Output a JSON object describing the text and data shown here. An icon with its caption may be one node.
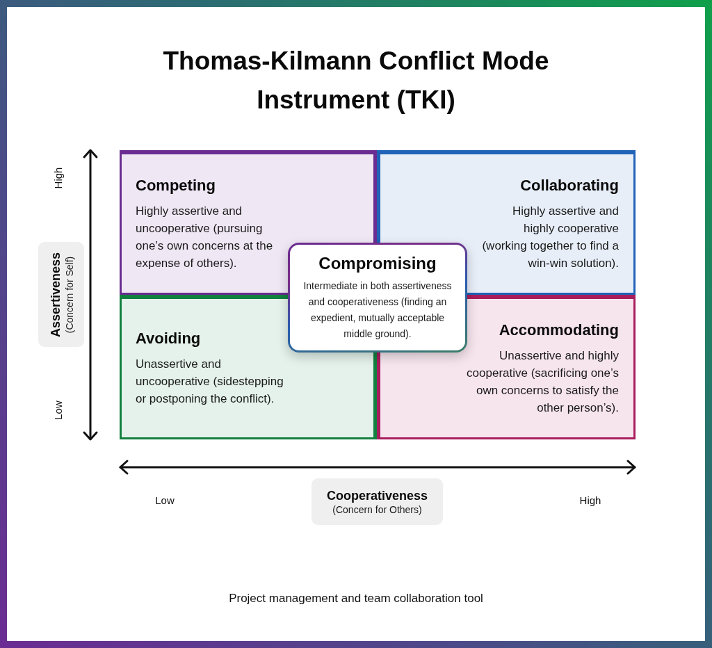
{
  "diagram": {
    "title": "Thomas-Kilmann Conflict Mode Instrument (TKI)",
    "nodes": [
      {
        "text": [
          "Competing",
          "Highly assertive and uncooperative (pursuing one’s own concerns at the expense of others)."
        ]
      },
      {
        "text": [
          "Collaborating",
          "Highly assertive and highly cooperative (working together to find a win-win solution)."
        ]
      },
      {
        "text": [
          "Compromising",
          "Intermediate in both assertiveness and cooperativeness (finding an expedient, mutually acceptable middle ground)."
        ]
      },
      {
        "text": [
          "Avoiding",
          "Unassertive and uncooperative (sidestepping or postponing the conflict)."
        ]
      },
      {
        "text": [
          "Accommodating",
          "Unassertive and highly cooperative (sacrificing one’s own concerns to satisfy the other person’s)."
        ]
      },
      {
        "text": [
          "Assertiveness",
          "(Concern for Self)"
        ]
      },
      {
        "text": [
          "Cooperativeness",
          "(Concern for Others)"
        ]
      }
    ],
    "labels": [
      "High",
      "Low",
      "Low",
      "High",
      "Project management and team collaboration tool"
    ]
  }
}
